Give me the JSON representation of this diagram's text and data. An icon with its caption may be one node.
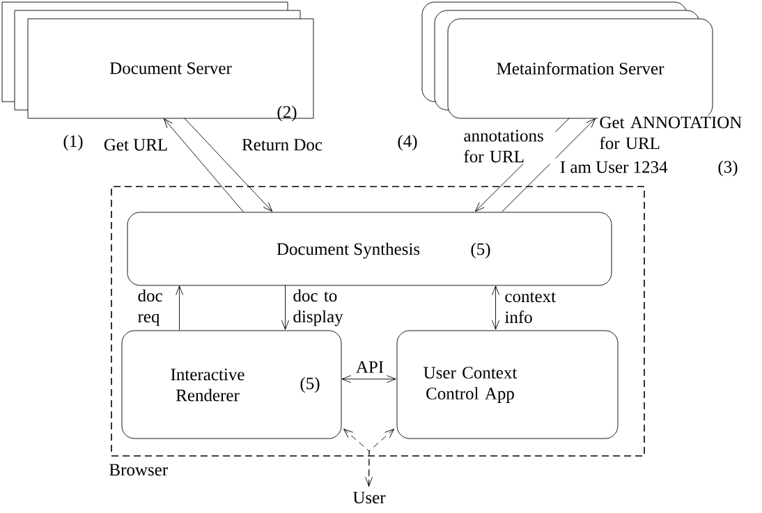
{
  "diagram": {
    "nodes": [
      {
        "text": [
          "Document Server"
        ]
      },
      {
        "text": [
          "Metainformation Server"
        ]
      },
      {
        "text": [
          "Browser"
        ]
      },
      {
        "text": [
          "Document Synthesis",
          "(5)"
        ],
        "in": 2
      },
      {
        "text": [
          "Interactive Renderer",
          "(5)"
        ],
        "in": 2
      },
      {
        "text": [
          "User Context Control App"
        ],
        "in": 2
      },
      {
        "text": [
          "User"
        ]
      }
    ],
    "edges": [
      {
        "from": 3,
        "to": 0,
        "arrow": "to",
        "label": "Get URL"
      },
      {
        "from": 0,
        "to": 3,
        "arrow": "to",
        "label": "Return Doc"
      },
      {
        "from": 1,
        "to": 3,
        "arrow": "to",
        "label": "annotations for URL"
      },
      {
        "from": 3,
        "to": 1,
        "arrow": "to",
        "label": "Get ANNOTATION for URL"
      },
      {
        "from": 4,
        "to": 3,
        "arrow": "to",
        "label": "doc req"
      },
      {
        "from": 3,
        "to": 4,
        "arrow": "to",
        "label": "doc to display"
      },
      {
        "from": 3,
        "to": 5,
        "arrow": "both",
        "label": "context info"
      },
      {
        "from": 4,
        "to": 5,
        "arrow": "both",
        "label": "API"
      },
      {
        "from": 6,
        "to": 4,
        "arrow": "both",
        "style": "dashed"
      },
      {
        "from": 6,
        "to": 5,
        "arrow": "to",
        "style": "dashed"
      }
    ],
    "labels": [
      "(2)",
      "(1)",
      "(4)",
      "I am User 1234",
      "(3)"
    ]
  }
}
